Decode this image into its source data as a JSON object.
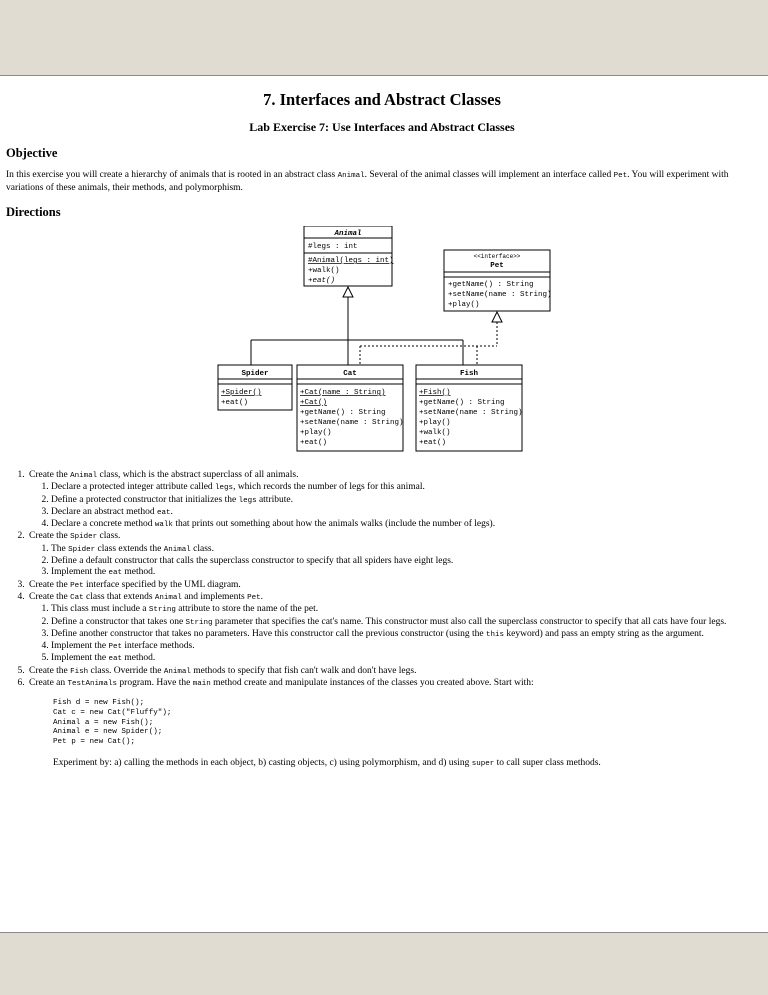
{
  "chapter_title": "7. Interfaces and Abstract Classes",
  "lab_title": "Lab Exercise 7: Use Interfaces and Abstract Classes",
  "objective": {
    "heading": "Objective",
    "t1": "In this exercise you will create a hierarchy of animals that is rooted in an abstract class ",
    "c1": "Animal",
    "t2": ". Several of the animal classes will implement an interface called ",
    "c2": "Pet",
    "t3": ". You will experiment with variations of these animals, their methods, and polymorphism."
  },
  "directions_heading": "Directions",
  "uml": {
    "animal": {
      "name": "Animal",
      "attr": "#legs : int",
      "m1": "#Animal(legs : int)",
      "m2": "+walk()",
      "m3": "+eat()"
    },
    "pet": {
      "stereotype": "<<interface>>",
      "name": "Pet",
      "m1": "+getName() : String",
      "m2": "+setName(name : String)",
      "m3": "+play()"
    },
    "spider": {
      "name": "Spider",
      "m1": "+Spider()",
      "m2": "+eat()"
    },
    "cat": {
      "name": "Cat",
      "m1": "+Cat(name : String)",
      "m2": "+Cat()",
      "m3": "+getName() : String",
      "m4": "+setName(name : String)",
      "m5": "+play()",
      "m6": "+eat()"
    },
    "fish": {
      "name": "Fish",
      "m1": "+Fish()",
      "m2": "+getName() : String",
      "m3": "+setName(name : String)",
      "m4": "+play()",
      "m5": "+walk()",
      "m6": "+eat()"
    }
  },
  "steps": {
    "s1": {
      "t1": "Create the ",
      "c1": "Animal",
      "t2": " class, which is the abstract superclass of all animals."
    },
    "s1a": {
      "t1": "Declare a protected integer attribute called ",
      "c1": "legs",
      "t2": ", which records the number of legs for this animal."
    },
    "s1b": {
      "t1": "Define a protected constructor that initializes the ",
      "c1": "legs",
      "t2": " attribute."
    },
    "s1c": {
      "t1": "Declare an abstract method ",
      "c1": "eat",
      "t2": "."
    },
    "s1d": {
      "t1": "Declare a concrete method ",
      "c1": "walk",
      "t2": " that prints out something about how the animals walks (include the number of legs)."
    },
    "s2": {
      "t1": "Create the ",
      "c1": "Spider",
      "t2": " class."
    },
    "s2a": {
      "t1": "The ",
      "c1": "Spider",
      "t2": " class extends the ",
      "c2": "Animal",
      "t3": " class."
    },
    "s2b": {
      "t1": "Define a default constructor that calls the superclass constructor to specify that all spiders have eight legs."
    },
    "s2c": {
      "t1": "Implement the ",
      "c1": "eat",
      "t2": " method."
    },
    "s3": {
      "t1": "Create the ",
      "c1": "Pet",
      "t2": " interface specified by the UML diagram."
    },
    "s4": {
      "t1": "Create the ",
      "c1": "Cat",
      "t2": " class that extends ",
      "c2": "Animal",
      "t3": " and implements ",
      "c3": "Pet",
      "t4": "."
    },
    "s4a": {
      "t1": "This class must include a ",
      "c1": "String",
      "t2": " attribute to store the name of the pet."
    },
    "s4b": {
      "t1": "Define a constructor that takes one ",
      "c1": "String",
      "t2": " parameter that specifies the cat's name. This constructor must also call the superclass constructor to specify that all cats have four legs."
    },
    "s4c": {
      "t1": "Define another constructor that takes no parameters. Have this constructor call the previous constructor (using the ",
      "c1": "this",
      "t2": " keyword) and pass an empty string as the argument."
    },
    "s4d": {
      "t1": "Implement the ",
      "c1": "Pet",
      "t2": " interface methods."
    },
    "s4e": {
      "t1": "Implement the ",
      "c1": "eat",
      "t2": " method."
    },
    "s5": {
      "t1": "Create the ",
      "c1": "Fish",
      "t2": " class. Override the ",
      "c2": "Animal",
      "t3": " methods to specify that fish can't walk and don't have legs."
    },
    "s6": {
      "t1": "Create an ",
      "c1": "TestAnimals",
      "t2": " program. Have the ",
      "c2": "main",
      "t3": " method create and manipulate instances of the classes you created above. Start with:"
    }
  },
  "code_lines": [
    "Fish d = new Fish();",
    "Cat c = new Cat(\"Fluffy\");",
    "Animal a = new Fish();",
    "Animal e = new Spider();",
    "Pet p = new Cat();"
  ],
  "experiment": {
    "t1": "Experiment by: a) calling the methods in each object, b) casting objects, c) using polymorphism, and d) using ",
    "c1": "super",
    "t2": " to call super class methods."
  }
}
